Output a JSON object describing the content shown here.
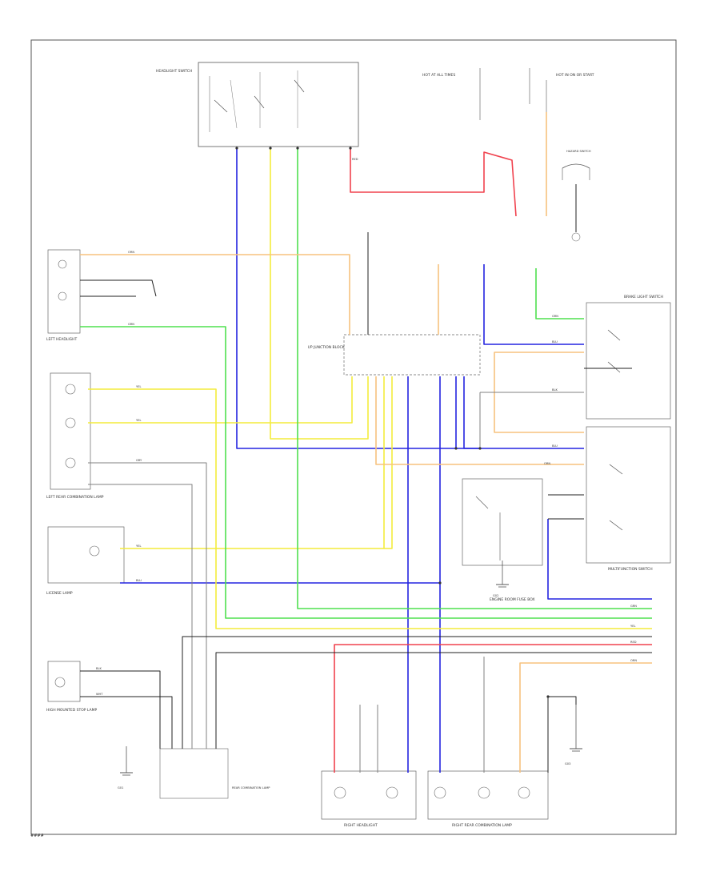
{
  "colors": {
    "blue": "#2424e0",
    "yellow": "#f3ec3c",
    "green": "#4fe04f",
    "orange": "#f7c27e",
    "red": "#f0424e",
    "gray": "#808080",
    "dark": "#202020",
    "outline": "#555555"
  },
  "footer": {
    "page_code": "####"
  },
  "components": {
    "headlight_switch": "HEADLIGHT SWITCH",
    "left_headlight": "LEFT HEADLIGHT",
    "right_headlight": "RIGHT HEADLIGHT",
    "left_rear_combination_lamp": "LEFT REAR COMBINATION LAMP",
    "right_rear_combination_lamp": "RIGHT REAR COMBINATION LAMP",
    "high_mount_stop_lamp": "HIGH MOUNTED STOP LAMP",
    "license_lamp": "LICENSE LAMP",
    "brake_switch": "BRAKE LIGHT SWITCH",
    "hazard_switch": "HAZARD SWITCH",
    "multifunction_switch": "MULTIFUNCTION SWITCH",
    "ic_junction_box": "I/P JUNCTION BLOCK",
    "engine_room_box": "ENGINE ROOM FUSE BOX",
    "hot_at_all_times": "HOT AT ALL TIMES",
    "hot_in_on": "HOT IN ON OR START",
    "combination_lamp": "REAR COMBINATION LAMP",
    "ground_a": "G01",
    "ground_b": "G02",
    "ground_c": "G03"
  },
  "wire_labels": {
    "blu": "BLU",
    "yel": "YEL",
    "grn": "GRN",
    "org": "ORN",
    "red": "RED",
    "gry": "GRY",
    "blk": "BLK",
    "wht": "WHT"
  }
}
